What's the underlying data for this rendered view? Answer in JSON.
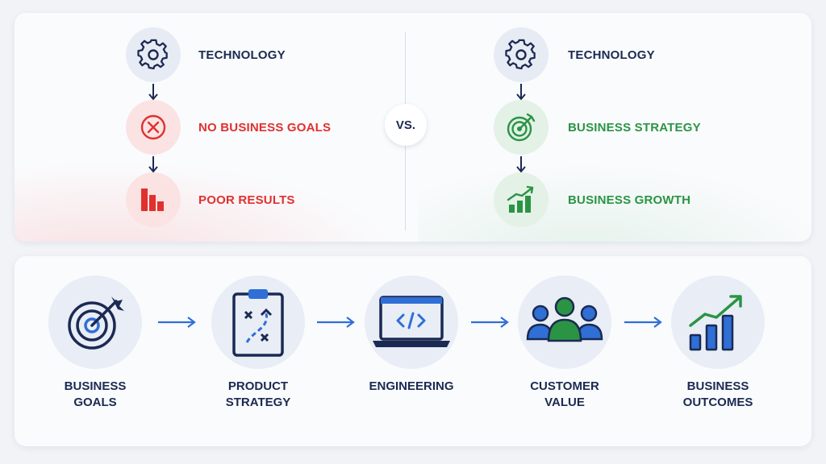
{
  "comparison": {
    "vs_label": "VS.",
    "left": {
      "steps": [
        {
          "label": "TECHNOLOGY",
          "icon": "gear-icon",
          "tone": "navy"
        },
        {
          "label": "NO BUSINESS GOALS",
          "icon": "x-circle-icon",
          "tone": "red"
        },
        {
          "label": "POOR RESULTS",
          "icon": "bar-chart-down-icon",
          "tone": "red"
        }
      ]
    },
    "right": {
      "steps": [
        {
          "label": "TECHNOLOGY",
          "icon": "gear-icon",
          "tone": "navy"
        },
        {
          "label": "BUSINESS STRATEGY",
          "icon": "target-icon",
          "tone": "green"
        },
        {
          "label": "BUSINESS GROWTH",
          "icon": "growth-chart-icon",
          "tone": "green"
        }
      ]
    }
  },
  "flow": {
    "steps": [
      {
        "line1": "BUSINESS",
        "line2": "GOALS",
        "icon": "target-arrow-icon"
      },
      {
        "line1": "PRODUCT",
        "line2": "STRATEGY",
        "icon": "clipboard-plan-icon"
      },
      {
        "line1": "ENGINEERING",
        "line2": "",
        "icon": "laptop-code-icon"
      },
      {
        "line1": "CUSTOMER",
        "line2": "VALUE",
        "icon": "people-group-icon"
      },
      {
        "line1": "BUSINESS",
        "line2": "OUTCOMES",
        "icon": "growth-bars-icon"
      }
    ]
  },
  "colors": {
    "navy": "#1b2a52",
    "red": "#e0312f",
    "green": "#2a9444",
    "blue_accent": "#2f6fd6"
  }
}
